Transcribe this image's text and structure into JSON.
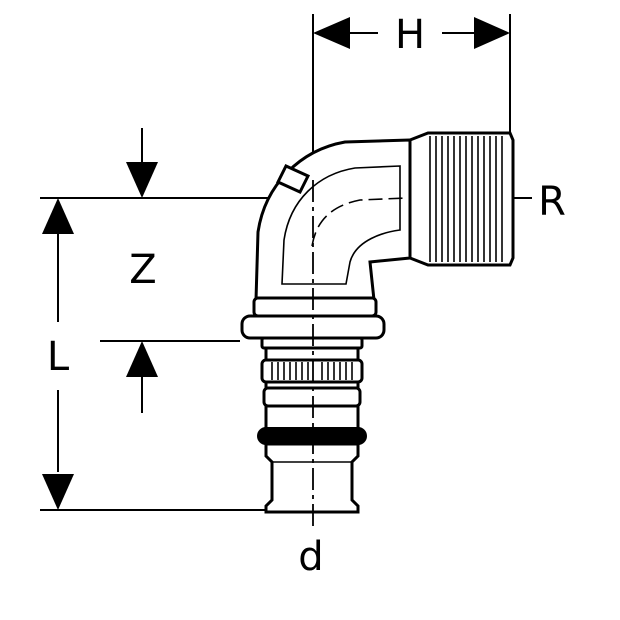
{
  "diagram": {
    "labels": {
      "h": "H",
      "r": "R",
      "z": "Z",
      "l": "L",
      "d": "d"
    }
  }
}
